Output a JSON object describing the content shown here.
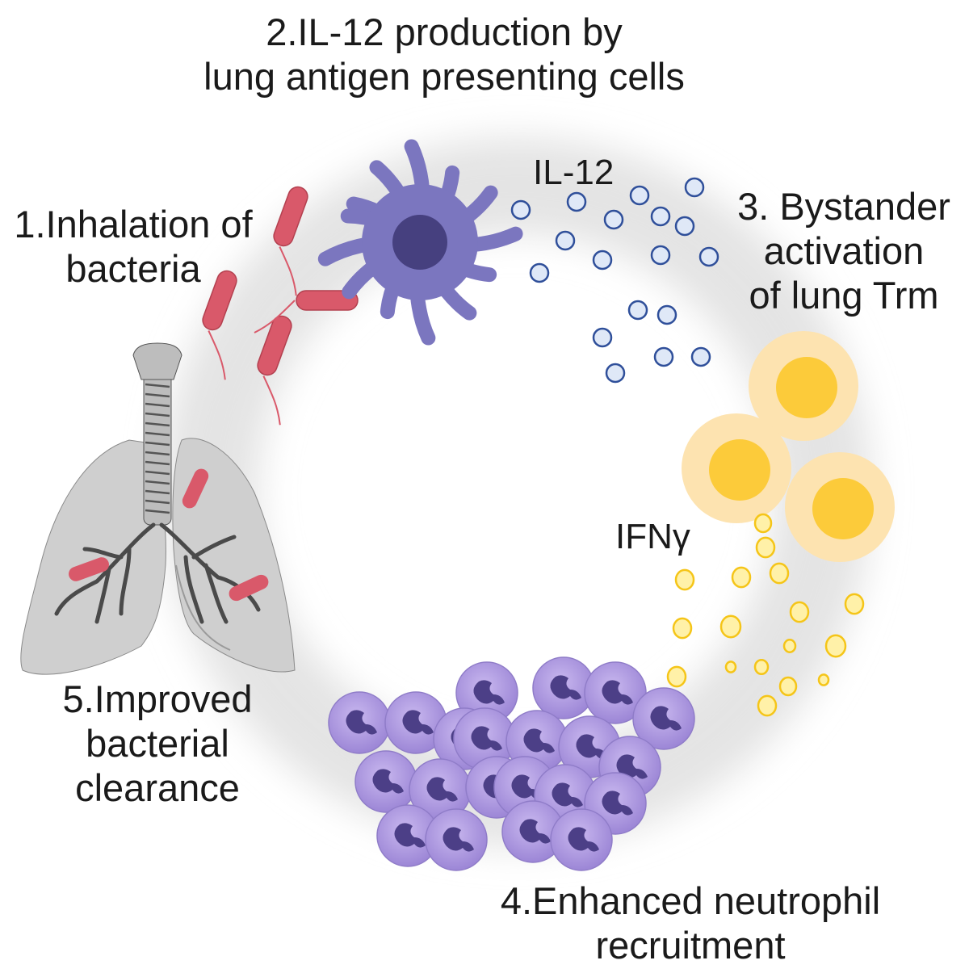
{
  "steps": {
    "step1": {
      "line1": "1.Inhalation of",
      "line2": "bacteria"
    },
    "step2": {
      "line1": "2.IL-12 production by",
      "line2": "lung antigen presenting cells"
    },
    "step3": {
      "line1": "3. Bystander",
      "line2": "activation",
      "line3": "of lung Trm"
    },
    "step4": {
      "line1": "4.Enhanced neutrophil",
      "line2": "recruitment"
    },
    "step5": {
      "line1": "5.Improved",
      "line2": "bacterial",
      "line3": "clearance"
    }
  },
  "molecules": {
    "il12": "IL-12",
    "ifng": "IFNγ"
  },
  "colors": {
    "cycle_ring": "#e6e6e6",
    "bacteria": "#d9596a",
    "dendritic_cell": "#7b76bf",
    "dendritic_nucleus": "#46407f",
    "il12_particle_fill": "#dfe8f7",
    "il12_particle_stroke": "#2f4f9a",
    "trm_outer": "#fde3b0",
    "trm_nucleus": "#fccb3a",
    "ifng_particle_fill": "#fff1a8",
    "ifng_particle_stroke": "#f5c518",
    "neutrophil": "#b19ce0",
    "neutrophil_nucleus": "#4c3f87",
    "lung": "#cfcfcf",
    "airway": "#555555"
  }
}
